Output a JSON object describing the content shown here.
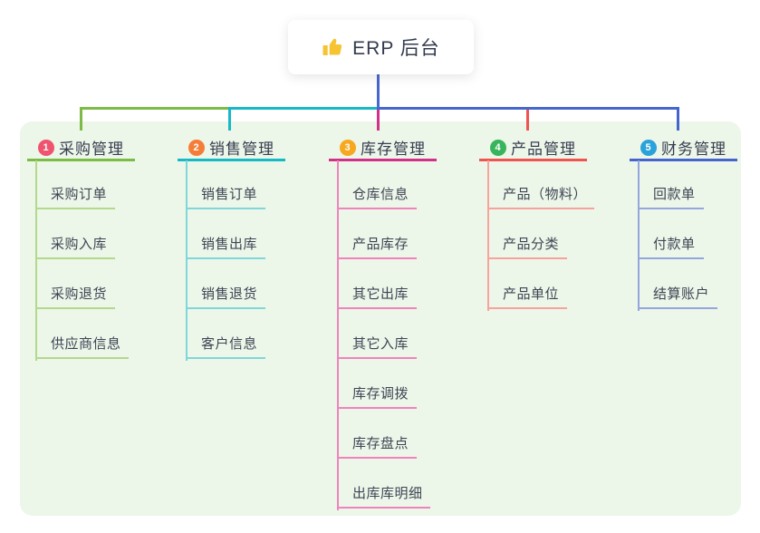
{
  "root": {
    "icon": "thumbs-up",
    "title": "ERP 后台"
  },
  "colors": {
    "canvas": "#ffffff",
    "panel": "#ecf6e9",
    "root_line": "#4766cf",
    "root_text": "#343b4f",
    "title_text": "#373d4f",
    "child_text": "#3f4554",
    "thumb_icon": "#f6c331"
  },
  "branches": [
    {
      "number": "1",
      "title": "采购管理",
      "badge_color": "#ef5370",
      "line_color": "#7cbb45",
      "child_line_color": "#b3d98c",
      "children": [
        "采购订单",
        "采购入库",
        "采购退货",
        "供应商信息"
      ]
    },
    {
      "number": "2",
      "title": "销售管理",
      "badge_color": "#f57d38",
      "line_color": "#16b9c5",
      "child_line_color": "#7fd7d9",
      "children": [
        "销售订单",
        "销售出库",
        "销售退货",
        "客户信息"
      ]
    },
    {
      "number": "3",
      "title": "库存管理",
      "badge_color": "#f7a81f",
      "line_color": "#d23089",
      "child_line_color": "#ef84bd",
      "children": [
        "仓库信息",
        "产品库存",
        "其它出库",
        "其它入库",
        "库存调拨",
        "库存盘点",
        "出库库明细"
      ]
    },
    {
      "number": "4",
      "title": "产品管理",
      "badge_color": "#38b55c",
      "line_color": "#f05450",
      "child_line_color": "#f8a29c",
      "children": [
        "产品（物料）",
        "产品分类",
        "产品单位"
      ]
    },
    {
      "number": "5",
      "title": "财务管理",
      "badge_color": "#2aa2da",
      "line_color": "#4565cd",
      "child_line_color": "#93a7de",
      "children": [
        "回款单",
        "付款单",
        "结算账户"
      ]
    }
  ]
}
